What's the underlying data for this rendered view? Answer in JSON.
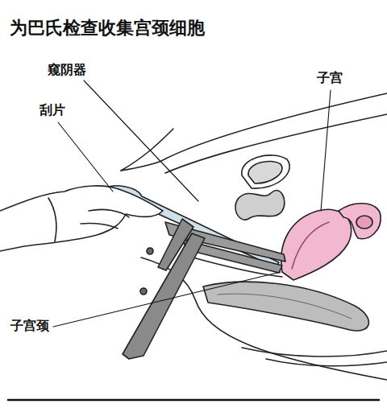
{
  "diagram": {
    "title": "为巴氏检查收集宫颈细胞",
    "labels": [
      "窥阴器",
      "子宫",
      "刮片",
      "子宫颈"
    ]
  }
}
